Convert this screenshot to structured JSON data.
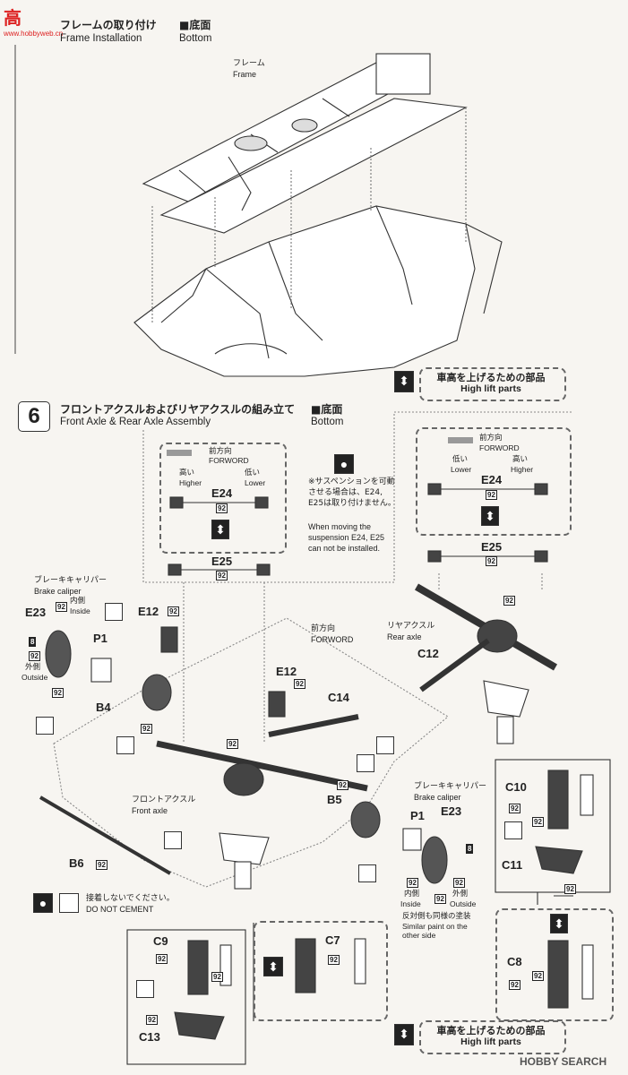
{
  "watermark_top": {
    "hanzi": "高",
    "text": "www.hobbyweb.cn"
  },
  "watermark_bottom": "HOBBY SEARCH",
  "step5": {
    "title_jp": "フレームの取り付け",
    "title_en": "Frame Installation",
    "view_jp": "■底面",
    "view_en": "Bottom",
    "frame_jp": "フレーム",
    "frame_en": "Frame"
  },
  "high_lift_top": {
    "jp": "車高を上げるための部品",
    "en": "High lift parts"
  },
  "step6": {
    "number": "6",
    "title_jp": "フロントアクスルおよびリヤアクスルの組み立て",
    "title_en": "Front Axle & Rear Axle Assembly",
    "view_jp": "■底面",
    "view_en": "Bottom"
  },
  "left_box": {
    "dir_jp": "前方向",
    "dir_en": "FORWORD",
    "higher_jp": "高い",
    "higher_en": "Higher",
    "lower_jp": "低い",
    "lower_en": "Lower",
    "part": "E24",
    "paint": "92"
  },
  "right_box": {
    "dir_jp": "前方向",
    "dir_en": "FORWORD",
    "lower_jp": "低い",
    "lower_en": "Lower",
    "higher_jp": "高い",
    "higher_en": "Higher",
    "part": "E24",
    "paint": "92"
  },
  "note": {
    "jp": "※サスペンションを可動させる場合は、E24, E25は取り付けません。",
    "en": "When moving the suspension E24, E25 can not be installed."
  },
  "e25_left": {
    "part": "E25",
    "paint": "92"
  },
  "e25_right": {
    "part": "E25",
    "paint": "92"
  },
  "brake_left": {
    "jp": "ブレーキキャリパー",
    "en": "Brake caliper"
  },
  "brake_right": {
    "jp": "ブレーキキャリパー",
    "en": "Brake caliper"
  },
  "inside": {
    "jp": "内側",
    "en": "Inside"
  },
  "outside": {
    "jp": "外側",
    "en": "Outside"
  },
  "forward_mid": {
    "jp": "前方向",
    "en": "FORWORD"
  },
  "rear_axle": {
    "jp": "リヤアクスル",
    "en": "Rear axle"
  },
  "front_axle": {
    "jp": "フロントアクスル",
    "en": "Front axle"
  },
  "do_not_cement": {
    "jp": "接着しないでください。",
    "en": "DO NOT CEMENT"
  },
  "similar": {
    "jp": "反対側も同様の塗装",
    "en": "Similar paint on the other side"
  },
  "parts": {
    "e23": "E23",
    "p1": "P1",
    "e12": "E12",
    "b4": "B4",
    "b5": "B5",
    "b6": "B6",
    "c12": "C12",
    "c14": "C14",
    "c9": "C9",
    "c7": "C7",
    "c13": "C13",
    "c10": "C10",
    "c11": "C11",
    "c8": "C8"
  },
  "paint": {
    "p92": "92",
    "p8": "8"
  },
  "high_lift_bottom": {
    "jp": "車高を上げるための部品",
    "en": "High lift parts"
  }
}
